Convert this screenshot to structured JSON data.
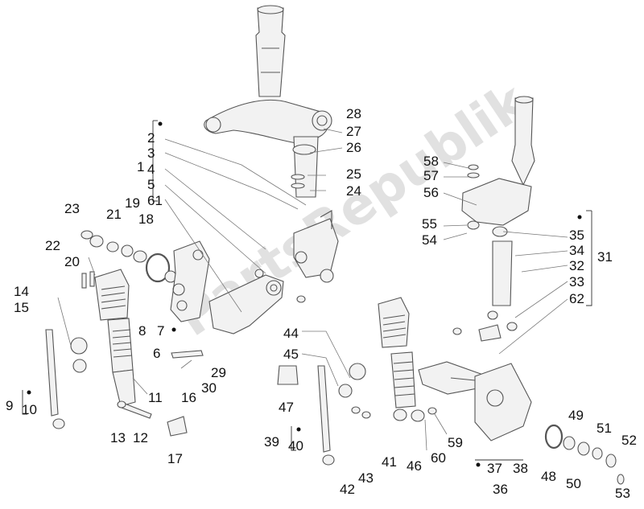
{
  "watermark": "PartsRepublik",
  "callouts": [
    "1",
    "2",
    "3",
    "4",
    "5",
    "6",
    "7",
    "8",
    "9",
    "10",
    "11",
    "12",
    "13",
    "14",
    "15",
    "16",
    "17",
    "18",
    "19",
    "20",
    "21",
    "22",
    "23",
    "24",
    "25",
    "26",
    "27",
    "28",
    "29",
    "30",
    "31",
    "32",
    "33",
    "34",
    "35",
    "36",
    "37",
    "38",
    "39",
    "40",
    "41",
    "42",
    "43",
    "44",
    "45",
    "46",
    "47",
    "48",
    "49",
    "50",
    "51",
    "52",
    "53",
    "54",
    "55",
    "56",
    "57",
    "58",
    "59",
    "60",
    "61",
    "62"
  ]
}
